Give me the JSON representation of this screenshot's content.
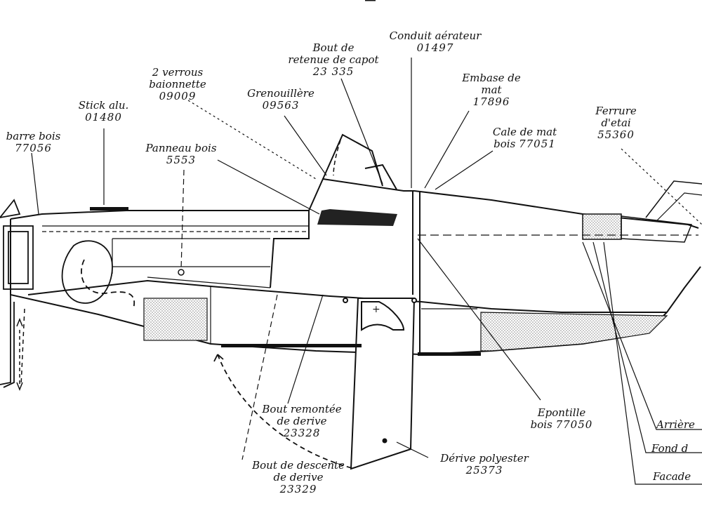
{
  "colors": {
    "ink": "#111111",
    "paper": "#ffffff",
    "hatch": "#9a9a9a",
    "dark_panel": "#222222"
  },
  "labels": {
    "barre_bois": {
      "name": "barre bois",
      "ref": "77056"
    },
    "stick_alu": {
      "name": "Stick alu.",
      "ref": "01480"
    },
    "verrous": {
      "name_line1": "2 verrous",
      "name_line2": "baionnette",
      "ref": "09009"
    },
    "panneau_bois": {
      "name": "Panneau bois",
      "ref": "5553"
    },
    "grenouillere": {
      "name": "Grenouillère",
      "ref": "09563"
    },
    "bout_retenue": {
      "name_line1": "Bout de",
      "name_line2": "retenue de capot",
      "ref": "23 335"
    },
    "conduit_aerateur": {
      "name": "Conduit aérateur",
      "ref": "01497"
    },
    "embase_mat": {
      "name_line1": "Embase de",
      "name_line2": "mat",
      "ref": "17896"
    },
    "cale_mat": {
      "name": "Cale de mat",
      "name2": "bois",
      "ref": "77051"
    },
    "ferrure_etai": {
      "name_line1": "Ferrure",
      "name_line2": "d'etai",
      "ref": "55360"
    },
    "bout_remontee": {
      "name_line1": "Bout remontée",
      "name_line2": "de derive",
      "ref": "23328"
    },
    "bout_descente": {
      "name_line1": "Bout de descente",
      "name_line2": "de derive",
      "ref": "23329"
    },
    "derive": {
      "name": "Dérive polyester",
      "ref": "25373"
    },
    "epontille": {
      "name": "Epontille",
      "name2": "bois",
      "ref": "77050"
    },
    "arriere": {
      "name": "Arrière"
    },
    "fond": {
      "name": "Fond d"
    },
    "facade": {
      "name": "Facade"
    }
  }
}
